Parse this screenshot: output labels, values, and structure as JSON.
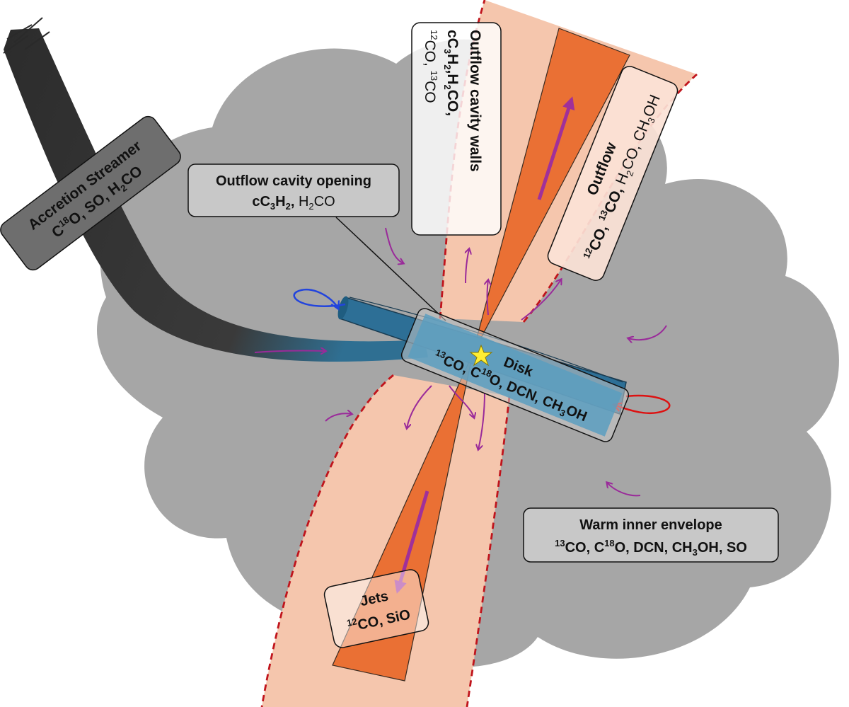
{
  "colors": {
    "envelope": "#a6a6a6",
    "outflow_cone": "#f5c6ad",
    "jet": "#ea7034",
    "dashed_wall": "#c0141c",
    "disk": "#2f7fa6",
    "disk_top": "#5b9dc0",
    "streamer": "#3a3a3a",
    "infall_arrow": "#9a2a9a",
    "rotation_blue": "#2244dd",
    "rotation_red": "#dd1111",
    "star": "#ffee33",
    "label_box": "#c8c8c8"
  },
  "labels": {
    "accretion_streamer": {
      "title": "Accretion Streamer",
      "l2a": "C",
      "l2b": "18",
      "l2c": "O, SO, H",
      "l2d": "2",
      "l2e": "CO"
    },
    "cavity_opening": {
      "title": "Outflow cavity opening",
      "l2a": "cC",
      "l2b": "3",
      "l2c": "H",
      "l2d": "2",
      "l2e": ", ",
      "l2f": "H",
      "l2g": "2",
      "l2h": "CO"
    },
    "cavity_walls": {
      "title": "Outflow cavity walls",
      "l2a": "cC",
      "l2b": "3",
      "l2c": "H",
      "l2d": "2",
      "l2e": ",H",
      "l2f": "2",
      "l2g": "CO,",
      "l2h": " ",
      "l2i": "12",
      "l2j": "CO, ",
      "l2k": "13",
      "l2l": "CO"
    },
    "outflow": {
      "title": "Outflow",
      "l2a": "12",
      "l2b": "CO, ",
      "l2c": "13",
      "l2d": "CO, ",
      "l2e": "H",
      "l2f": "2",
      "l2g": "CO, CH",
      "l2h": "3",
      "l2i": "OH"
    },
    "disk": {
      "title": "Disk",
      "l2a": "13",
      "l2b": "CO, C",
      "l2c": "18",
      "l2d": "O, DCN, CH",
      "l2e": "3",
      "l2f": "OH"
    },
    "warm_envelope": {
      "title": "Warm inner envelope",
      "l2a": "13",
      "l2b": "CO, C",
      "l2c": "18",
      "l2d": "O, DCN, CH",
      "l2e": "3",
      "l2f": "OH, SO"
    },
    "jets": {
      "title": "Jets",
      "l2a": "12",
      "l2b": "CO, SiO"
    }
  }
}
